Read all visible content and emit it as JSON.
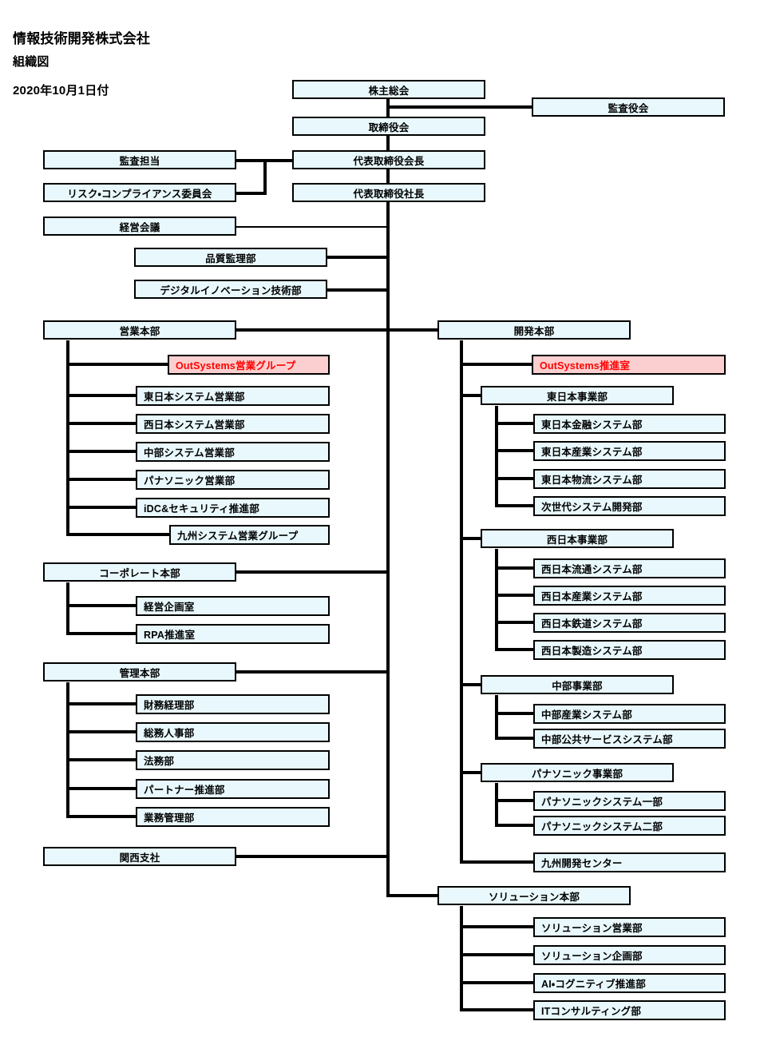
{
  "header": {
    "company": "情報技術開発株式会社",
    "document": "組織図",
    "date": "2020年10月1日付"
  },
  "colors": {
    "box_fill": "#e8f8fc",
    "box_border": "#000000",
    "highlight_fill": "#fbcfcf",
    "highlight_text": "#ff0000",
    "text": "#000000",
    "background": "#ffffff"
  },
  "nodes": {
    "shareholders_meeting": "株主総会",
    "audit_board": "監査役会",
    "board_of_directors": "取締役会",
    "audit_officer": "監査担当",
    "rep_director_chairman": "代表取締役会長",
    "risk_compliance_committee": "リスク・コンプライアンス委員会",
    "rep_director_president": "代表取締役社長",
    "management_meeting": "経営会議",
    "quality_audit_dept": "品質監理部",
    "digital_innovation_dept": "デジタルイノベーション技術部",
    "sales_hq": "営業本部",
    "sales_outsystems_group": "OutSystems営業グループ",
    "sales_east_japan": "東日本システム営業部",
    "sales_west_japan": "西日本システム営業部",
    "sales_chubu": "中部システム営業部",
    "sales_panasonic": "パナソニック営業部",
    "sales_idc_security": "iDC&セキュリティ推進部",
    "sales_kyushu_group": "九州システム営業グループ",
    "corporate_hq": "コーポレート本部",
    "corporate_planning_office": "経営企画室",
    "corporate_rpa_office": "RPA推進室",
    "admin_hq": "管理本部",
    "admin_finance": "財務経理部",
    "admin_hr": "総務人事部",
    "admin_legal": "法務部",
    "admin_partner": "パートナー推進部",
    "admin_operations": "業務管理部",
    "kansai_branch": "関西支社",
    "dev_hq": "開発本部",
    "dev_outsystems_office": "OutSystems推進室",
    "dev_east_division": "東日本事業部",
    "dev_east_finance_sys": "東日本金融システム部",
    "dev_east_industry_sys": "東日本産業システム部",
    "dev_east_logistics_sys": "東日本物流システム部",
    "dev_next_gen_sys": "次世代システム開発部",
    "dev_west_division": "西日本事業部",
    "dev_west_distribution_sys": "西日本流通システム部",
    "dev_west_industry_sys": "西日本産業システム部",
    "dev_west_railway_sys": "西日本鉄道システム部",
    "dev_west_manufacturing_sys": "西日本製造システム部",
    "dev_chubu_division": "中部事業部",
    "dev_chubu_industry_sys": "中部産業システム部",
    "dev_chubu_public_service_sys": "中部公共サービスシステム部",
    "dev_panasonic_division": "パナソニック事業部",
    "dev_panasonic_sys_1": "パナソニックシステム一部",
    "dev_panasonic_sys_2": "パナソニックシステム二部",
    "dev_kyushu_center": "九州開発センター",
    "solution_hq": "ソリューション本部",
    "solution_sales": "ソリューション営業部",
    "solution_planning": "ソリューション企画部",
    "solution_ai_cognitive": "AI・コグニティブ推進部",
    "solution_it_consulting": "ITコンサルティング部"
  }
}
